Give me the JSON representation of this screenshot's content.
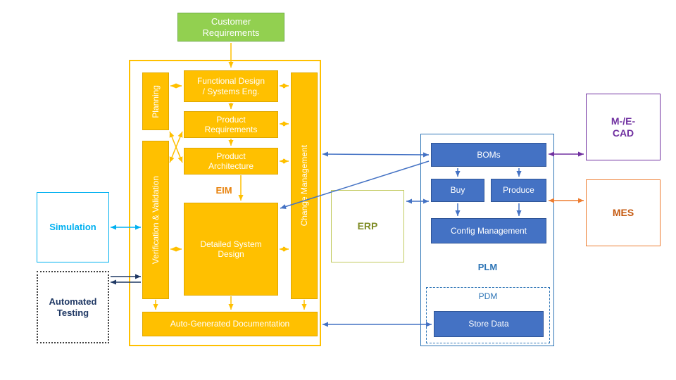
{
  "diagram": {
    "customer_requirements": "Customer\nRequirements",
    "engineering": {
      "planning": "Planning",
      "verification_validation": "Verification & Validation",
      "change_management": "Change Management",
      "functional_design": "Functional Design\n/ Systems Eng.",
      "product_requirements": "Product\nRequirements",
      "product_architecture": "Product\nArchitecture",
      "eim_label": "EIM",
      "detailed_system_design": "Detailed System\nDesign",
      "auto_generated_documentation": "Auto-Generated Documentation"
    },
    "left": {
      "simulation": "Simulation",
      "automated_testing": "Automated\nTesting"
    },
    "erp": "ERP",
    "plm": {
      "boms": "BOMs",
      "buy": "Buy",
      "produce": "Produce",
      "config_management": "Config Management",
      "plm_label": "PLM",
      "pdm_label": "PDM",
      "store_data": "Store Data"
    },
    "right": {
      "mecad": "M-/E-\nCAD",
      "mes": "MES"
    }
  },
  "colors": {
    "yellow": "#FFC000",
    "green": "#92D050",
    "blue_fill": "#4472C4",
    "blue_border": "#2E75B6",
    "cyan": "#00B0F0",
    "navy": "#1F3864",
    "olive": "#7F8C25",
    "purple": "#7030A0",
    "orange": "#ED7D31"
  }
}
